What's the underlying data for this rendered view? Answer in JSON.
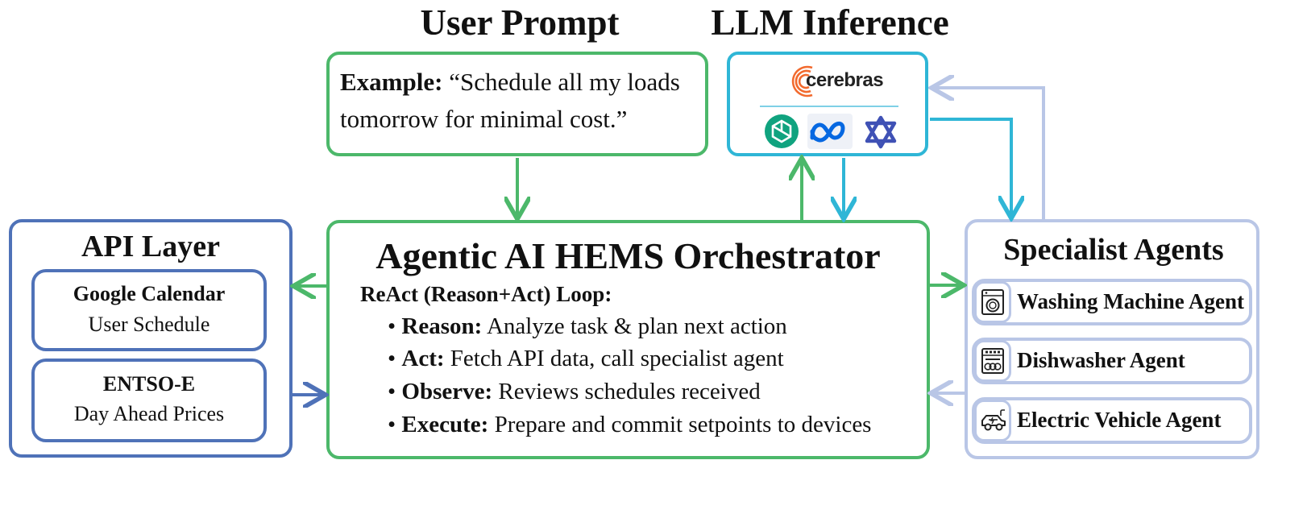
{
  "user_prompt": {
    "title": "User Prompt",
    "example_label": "Example:",
    "example_text_line1": "“Schedule all my loads",
    "example_text_line2": "tomorrow for minimal cost.”"
  },
  "llm_inference": {
    "title": "LLM Inference",
    "provider": "cerebras",
    "model_icons": [
      "openai-icon",
      "meta-icon",
      "qwen-icon"
    ],
    "colors": {
      "cerebras": "#f26a2e",
      "openai": "#10a37f",
      "meta": "#0668e1",
      "qwen": "#3f51b5"
    }
  },
  "api_layer": {
    "title": "API Layer",
    "items": [
      {
        "name": "Google Calendar",
        "desc": "User Schedule"
      },
      {
        "name": "ENTSO-E",
        "desc": "Day Ahead Prices"
      }
    ]
  },
  "orchestrator": {
    "title": "Agentic AI HEMS Orchestrator",
    "loop_heading": "ReAct (Reason+Act) Loop:",
    "steps": [
      {
        "label": "Reason:",
        "text": "Analyze task & plan next action"
      },
      {
        "label": "Act:",
        "text": "Fetch API data, call specialist agent"
      },
      {
        "label": "Observe:",
        "text": "Reviews schedules received"
      },
      {
        "label": "Execute:",
        "text": "Prepare and commit setpoints to devices"
      }
    ]
  },
  "specialist_agents": {
    "title": "Specialist Agents",
    "agents": [
      {
        "label": "Washing Machine Agent",
        "icon": "washing-machine-icon"
      },
      {
        "label": "Dishwasher Agent",
        "icon": "dishwasher-icon"
      },
      {
        "label": "Electric Vehicle Agent",
        "icon": "electric-vehicle-icon"
      }
    ]
  },
  "colors": {
    "green": "#4cb86a",
    "blue": "#4f72b8",
    "cyan": "#2fb6d6",
    "lavender": "#b9c6e6"
  }
}
